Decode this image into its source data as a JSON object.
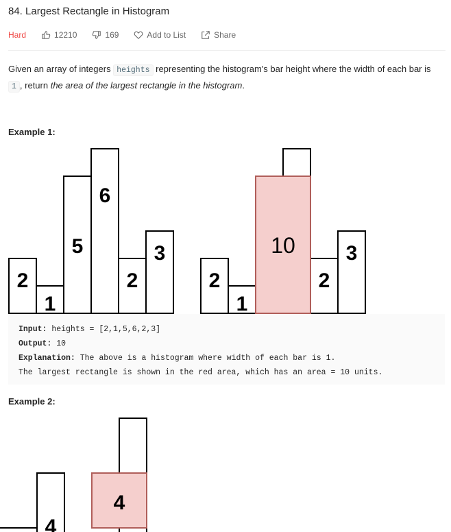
{
  "problem": {
    "title": "84. Largest Rectangle in Histogram",
    "difficulty": "Hard",
    "likes": "12210",
    "dislikes": "169",
    "add_to_list": "Add to List",
    "share": "Share"
  },
  "description": {
    "part1": "Given an array of integers ",
    "code1": "heights",
    "part2": " representing the histogram's bar height where the width of each bar is ",
    "code2": "1",
    "part3": ", return ",
    "emph": "the area of the largest rectangle in the histogram",
    "part4": "."
  },
  "example1": {
    "title": "Example 1:",
    "heights": [
      2,
      1,
      5,
      6,
      2,
      3
    ],
    "highlight": {
      "start": 2,
      "end": 3,
      "height": 5,
      "area_label": "10"
    },
    "input_label": "Input:",
    "input_value": " heights = [2,1,5,6,2,3]",
    "output_label": "Output:",
    "output_value": " 10",
    "explanation_label": "Explanation:",
    "explanation_value": " The above is a histogram where width of each bar is 1.",
    "explanation_line2": "The largest rectangle is shown in the red area, which has an area = 10 units."
  },
  "example2": {
    "title": "Example 2:",
    "visible_labels": [
      "4",
      "4"
    ]
  },
  "colors": {
    "difficulty_hard": "#ef4743",
    "highlight_fill": "#f5cfcd",
    "highlight_stroke": "#b05e5a"
  },
  "icons": [
    "thumbs-up-icon",
    "thumbs-down-icon",
    "heart-icon",
    "share-icon"
  ]
}
